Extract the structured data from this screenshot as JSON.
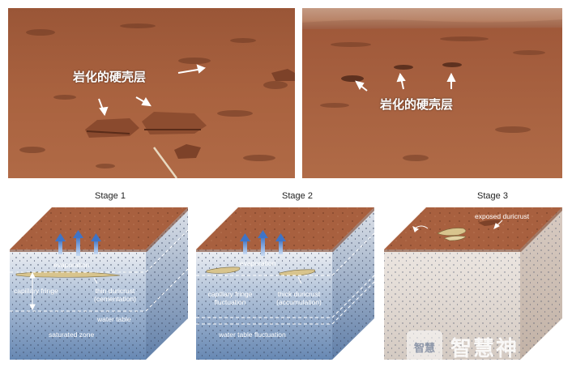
{
  "photos": {
    "left_label": "岩化的硬壳层",
    "right_label": "岩化的硬壳层"
  },
  "stages": [
    {
      "title": "Stage 1",
      "labels": {
        "evaporation": "evaporation",
        "capillary": "capillary fringe",
        "crust_line1": "thin duricrust",
        "crust_line2": "(cementation)",
        "water_table": "water table",
        "saturated": "saturated zone"
      }
    },
    {
      "title": "Stage 2",
      "labels": {
        "evaporation": "evaporation",
        "capillary_line1": "capillary fringe",
        "capillary_line2": "fluctuation",
        "crust_line1": "thick duricrust",
        "crust_line2": "(accumulation)",
        "water_table": "water table fluctuation"
      }
    },
    {
      "title": "Stage 3",
      "labels": {
        "exposed": "exposed duricrust"
      }
    }
  ],
  "watermark": {
    "icon_text": "智慧",
    "text": "智慧神"
  },
  "colors": {
    "mars_soil": "#a8603f",
    "mars_soil_dark": "#7d4229",
    "subsurface_top": "#e8e9ee",
    "subsurface_bottom": "#6f8fb8",
    "stage3_side": "#d9cfc8",
    "arrow_blue": "#3f74c6"
  }
}
